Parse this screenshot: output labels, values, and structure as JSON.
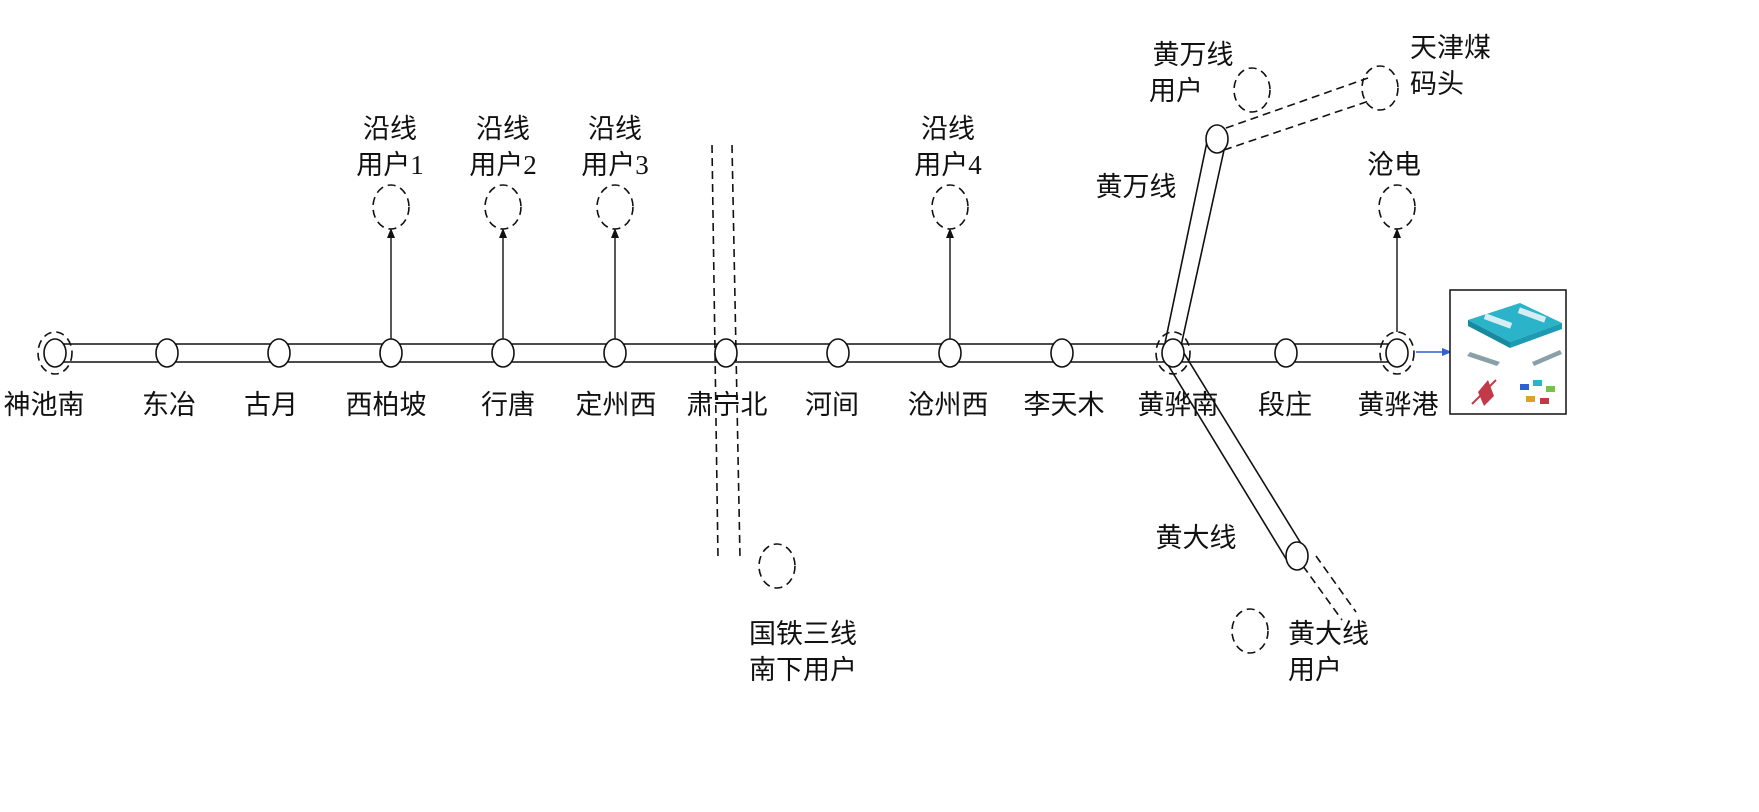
{
  "stations": [
    "神池南",
    "东冶",
    "古月",
    "西柏坡",
    "行唐",
    "定州西",
    "肃宁北",
    "河间",
    "沧州西",
    "李天木",
    "黄骅南",
    "段庄",
    "黄骅港"
  ],
  "users": {
    "u1": [
      "沿线",
      "用户1"
    ],
    "u2": [
      "沿线",
      "用户2"
    ],
    "u3": [
      "沿线",
      "用户3"
    ],
    "u4": [
      "沿线",
      "用户4"
    ],
    "cangdian": "沧电",
    "huangwan_user": [
      "黄万线",
      "用户"
    ],
    "tianjin": [
      "天津煤",
      "码头"
    ],
    "guotie": [
      "国铁三线",
      "南下用户"
    ],
    "huangda_user": [
      "黄大线",
      "用户"
    ]
  },
  "branches": {
    "huangwan": "黄万线",
    "huangda": "黄大线"
  },
  "icons": [
    "port-terminal-icon"
  ],
  "colors": {
    "line": "#111111",
    "arrow": "#2f5fd0",
    "port": "#2bb3c9"
  }
}
